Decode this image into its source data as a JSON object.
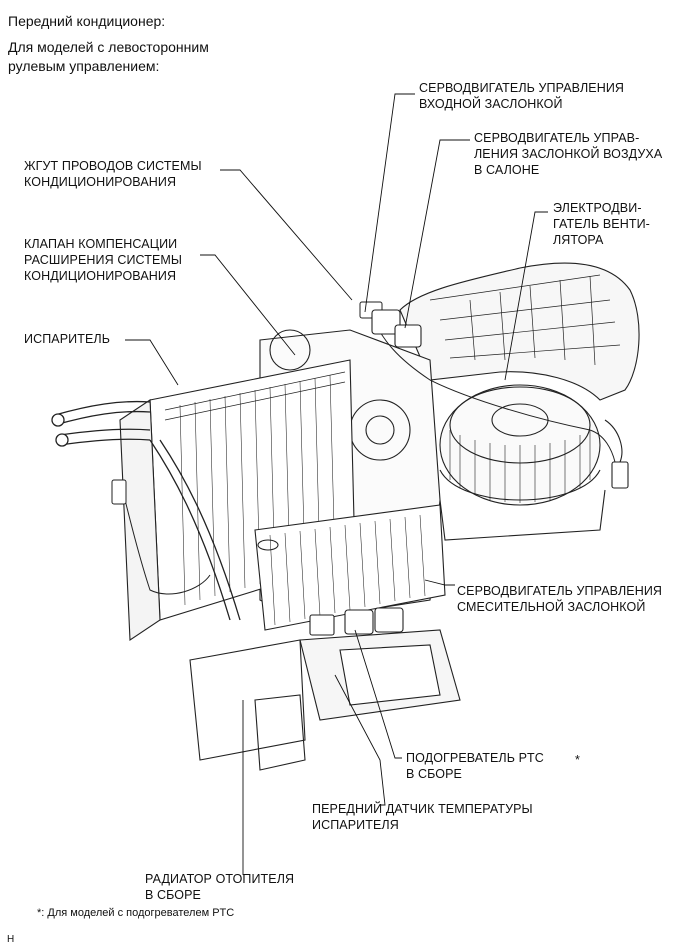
{
  "header": {
    "title": "Передний кондиционер:",
    "subtitle": "Для моделей с левосторонним\nрулевым управлением:"
  },
  "labels": {
    "inlet_servo": "СЕРВОДВИГАТЕЛЬ УПРАВЛЕНИЯ\nВХОДНОЙ ЗАСЛОНКОЙ",
    "air_outlet_servo": "СЕРВОДВИГАТЕЛЬ УПРАВ-\nЛЕНИЯ ЗАСЛОНКОЙ ВОЗДУХА\nВ САЛОНЕ",
    "wire_harness": "ЖГУТ ПРОВОДОВ СИСТЕМЫ\nКОНДИЦИОНИРОВАНИЯ",
    "blower_motor": "ЭЛЕКТРОДВИ-\nГАТЕЛЬ ВЕНТИ-\nЛЯТОРА",
    "expansion_valve": "КЛАПАН КОМПЕНСАЦИИ\nРАСШИРЕНИЯ СИСТЕМЫ\nКОНДИЦИОНИРОВАНИЯ",
    "evaporator": "ИСПАРИТЕЛЬ",
    "air_mix_servo": "СЕРВОДВИГАТЕЛЬ УПРАВЛЕНИЯ\nСМЕСИТЕЛЬНОЙ ЗАСЛОНКОЙ",
    "ptc_heater": "ПОДОГРЕВАТЕЛЬ PTC\nВ СБОРЕ",
    "ptc_asterisk": "*",
    "evap_temp_sensor": "ПЕРЕДНИЙ ДАТЧИК ТЕМПЕРАТУРЫ\nИСПАРИТЕЛЯ",
    "heater_radiator": "РАДИАТОР ОТОПИТЕЛЯ\nВ СБОРЕ"
  },
  "footnote": "*: Для моделей с подогревателем PTC",
  "corner_mark": "H"
}
